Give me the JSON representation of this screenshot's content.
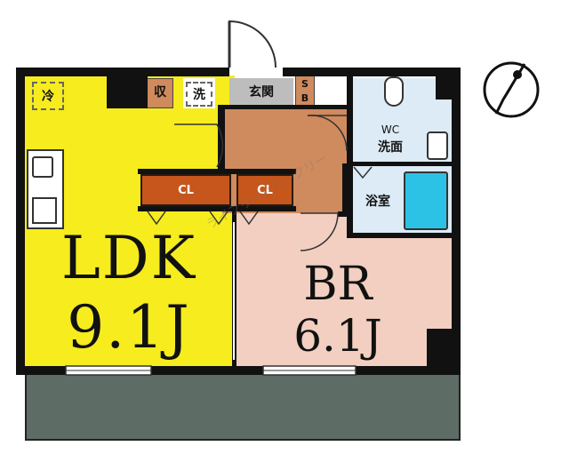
{
  "rooms": {
    "ldk": {
      "name": "LDK",
      "size": "9.1J"
    },
    "br": {
      "name": "BR",
      "size": "6.1J"
    },
    "fridge": "冷",
    "storage": "収",
    "washer": "洗",
    "entrance": "玄関",
    "shoebox": [
      "S",
      "B"
    ],
    "wc": [
      "WC",
      "洗面"
    ],
    "bath": "浴室",
    "closet1": "CL",
    "closet2": "CL"
  },
  "watermark": "ライフリーパワークリー",
  "colors": {
    "ldk": "#f6ec1e",
    "br": "#f2cfc0",
    "entrance": "#cf8a5d",
    "wc": "#dcebf5",
    "bath_tub": "#2cc2e6",
    "closet": "#c6561c",
    "balcony": "#5e6c66",
    "wall": "#111111"
  }
}
